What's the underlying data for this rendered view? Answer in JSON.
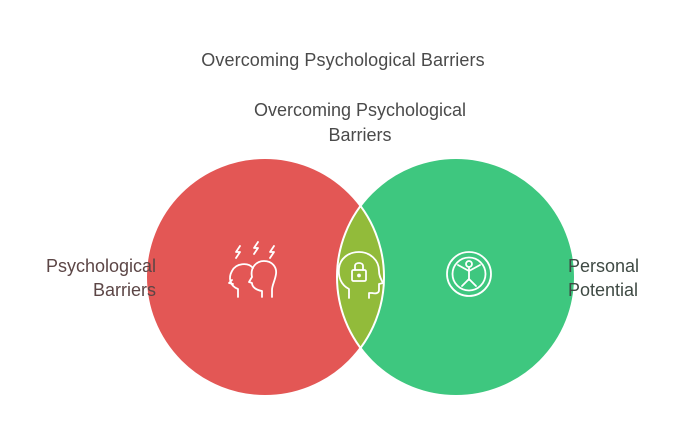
{
  "title": "Overcoming Psychological Barriers",
  "overlap": {
    "line1": "Overcoming Psychological",
    "line2": "Barriers",
    "icon": "head-lock-icon"
  },
  "left_set": {
    "line1": "Psychological",
    "line2": "Barriers",
    "icon": "stressed-heads-icon",
    "color": "#e35755"
  },
  "right_set": {
    "line1": "Personal",
    "line2": "Potential",
    "icon": "person-badge-icon",
    "color": "#3ec77f"
  },
  "intersection_color": "#92bb3a"
}
